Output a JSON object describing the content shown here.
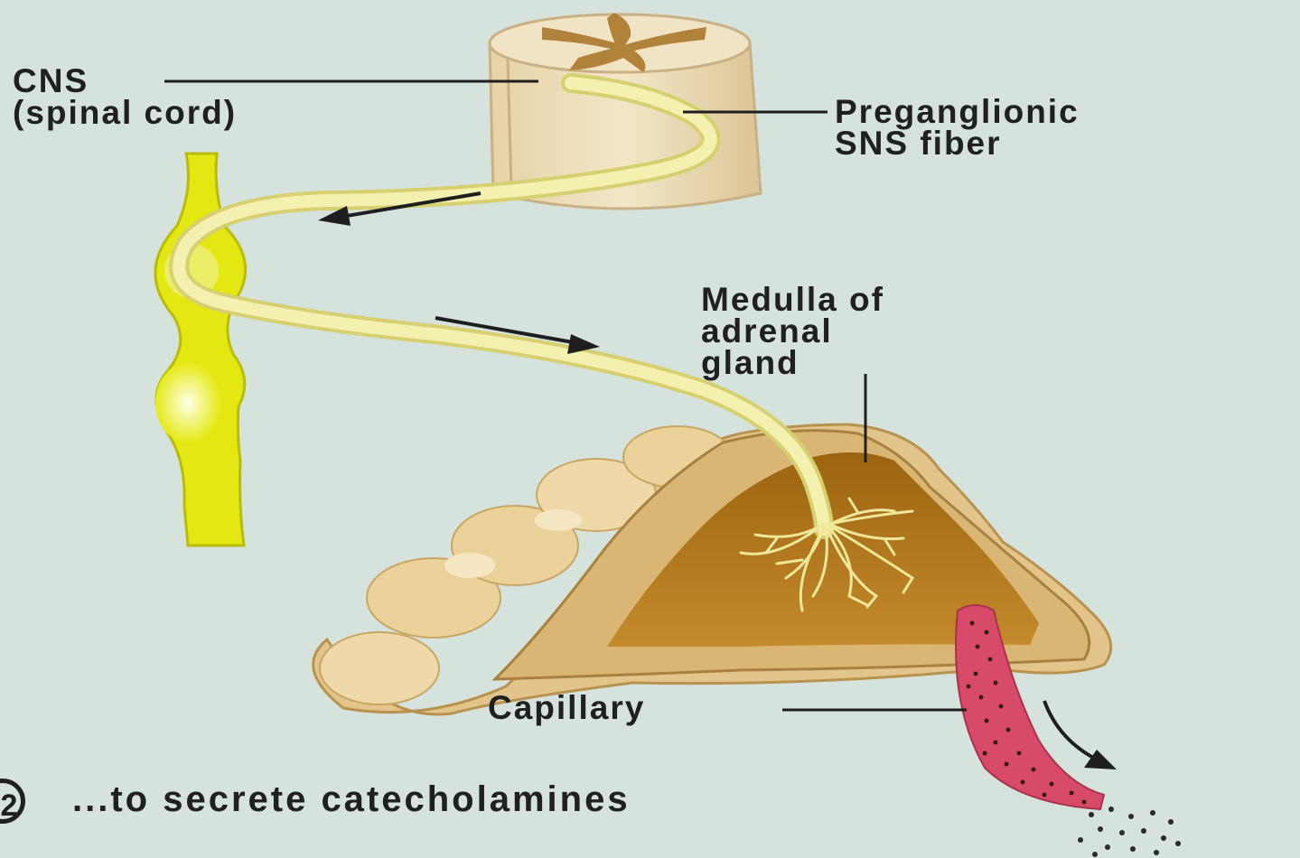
{
  "labels": {
    "cns_line1": "CNS",
    "cns_line2": "(spinal cord)",
    "preganglionic_line1": "Preganglionic",
    "preganglionic_line2": "SNS fiber",
    "medulla_line1": "Medulla of",
    "medulla_line2": "adrenal",
    "medulla_line3": "gland",
    "capillary": "Capillary"
  },
  "caption": {
    "step": "2",
    "text": "...to secrete catecholamines"
  },
  "colors": {
    "background": "#d5e3dc",
    "spinal_cord": "#ecdcb6",
    "gray_matter": "#b0823a",
    "nerve_fiber": "#f2eeaa",
    "sympathetic_chain": "#e3e812",
    "adrenal_cortex": "#e3c48a",
    "adrenal_medulla": "#b07a1a",
    "capillary": "#d84a6a",
    "label_text": "#202020"
  }
}
